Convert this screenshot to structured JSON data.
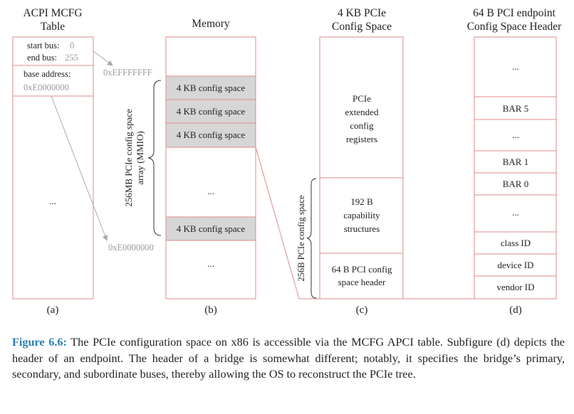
{
  "col_a": {
    "title1": "ACPI MCFG",
    "title2": "Table",
    "start_bus_label": "start bus:",
    "start_bus_value": "0",
    "end_bus_label": "end bus:",
    "end_bus_value": "255",
    "base_label": "base address:",
    "base_value": "0xE0000000",
    "ellipsis": "...",
    "sub": "(a)"
  },
  "col_b": {
    "title": "Memory",
    "addr_top": "0xEFFFFFFF",
    "addr_bottom": "0xE0000000",
    "brace_line1": "256MB PCIe config space",
    "brace_line2": "array (MMIO)",
    "cells": [
      "4  KB config space",
      "4 KB config space",
      "4 KB config space",
      "...",
      "4 KB config space",
      "..."
    ],
    "sub": "(b)"
  },
  "col_c": {
    "title1": "4 KB PCIe",
    "title2": "Config Space",
    "ext": [
      "PCIe",
      "extended",
      "config",
      "registers"
    ],
    "cap": [
      "192 B",
      "capability",
      "structures"
    ],
    "hdr": [
      "64 B PCI config",
      "space header"
    ],
    "brace": "256B PCIe config space",
    "sub": "(c)"
  },
  "col_d": {
    "title1": "64 B PCI endpoint",
    "title2": "Config Space Header",
    "cells": [
      "...",
      "BAR 5",
      "...",
      "BAR 1",
      "BAR 0",
      "...",
      "class ID",
      "device ID",
      "vendor ID"
    ],
    "sub": "(d)"
  },
  "caption": {
    "label": "Figure 6.6:",
    "text": "The PCIe configuration space on x86 is accessible via the MCFG APCI table. Subfigure (d) depicts the header of an endpoint. The header of a bridge is somewhat different; notably, it specifies the bridge’s primary, secondary, and subordinate buses, thereby allowing the OS to reconstruct the PCIe tree."
  },
  "colors": {
    "box_border": "#e08a8a",
    "shaded": "#d6d6d6",
    "grey_text": "#9a9a9a",
    "caption_label": "#2a7fb0"
  }
}
